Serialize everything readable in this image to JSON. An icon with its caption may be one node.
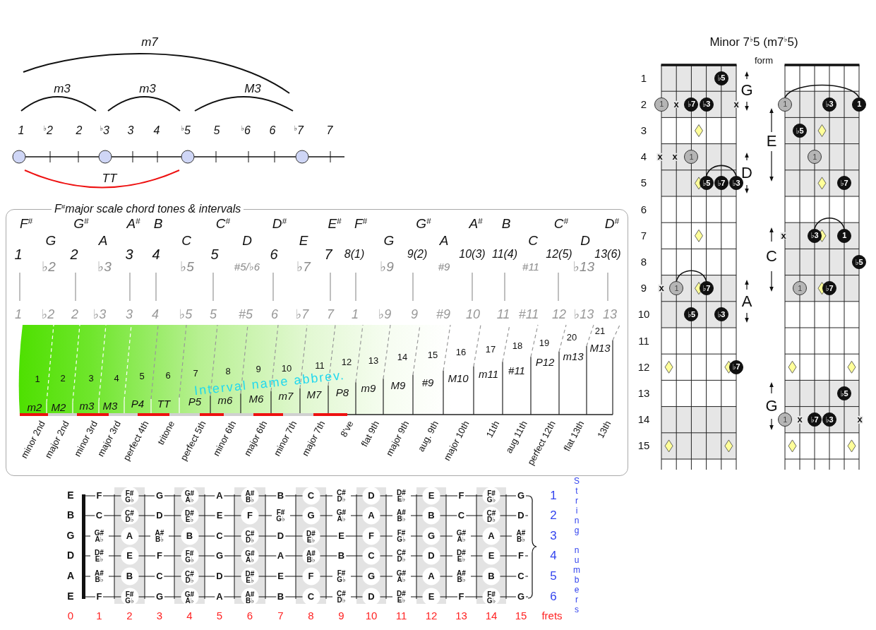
{
  "diagram": {
    "nodes": [
      {
        "text": [
          "F$^{#}$major scale chord tones & intervals"
        ]
      },
      {
        "text": [
          "♭5"
        ]
      },
      {
        "text": [
          "1"
        ]
      },
      {
        "text": [
          "♭7"
        ]
      },
      {
        "text": [
          "♭3"
        ]
      },
      {
        "text": [
          "1"
        ]
      },
      {
        "text": [
          "♭5"
        ]
      },
      {
        "text": [
          "♭7"
        ]
      },
      {
        "text": [
          "♭3"
        ]
      },
      {
        "text": [
          "1"
        ]
      },
      {
        "text": [
          "♭7"
        ]
      },
      {
        "text": [
          "♭5"
        ]
      },
      {
        "text": [
          "♭3"
        ]
      },
      {
        "text": [
          "♭7"
        ]
      },
      {
        "text": [
          "1"
        ]
      },
      {
        "text": [
          "♭3"
        ]
      },
      {
        "text": [
          "1"
        ]
      },
      {
        "text": [
          "♭5"
        ]
      },
      {
        "text": [
          "1"
        ]
      },
      {
        "text": [
          "♭7"
        ]
      },
      {
        "text": [
          "♭3"
        ]
      },
      {
        "text": [
          "1"
        ]
      },
      {
        "text": [
          "♭5"
        ]
      },
      {
        "text": [
          "1"
        ]
      },
      {
        "text": [
          "♭7"
        ]
      },
      {
        "text": [
          "♭5"
        ]
      },
      {
        "text": [
          "1"
        ]
      },
      {
        "text": [
          "♭7"
        ]
      },
      {
        "text": [
          "♭3"
        ]
      }
    ],
    "edges": [
      {
        "from": 6,
        "to": 8,
        "arrow": "none"
      },
      {
        "from": 9,
        "to": 10,
        "arrow": "none"
      },
      {
        "from": 14,
        "to": 16,
        "arrow": "none"
      },
      {
        "from": 20,
        "to": 21,
        "arrow": "none"
      }
    ],
    "labels": [
      "m7",
      "m3",
      "m3",
      "M3",
      "1",
      "$^{♭}$2",
      "2",
      "$^{♭}$3",
      "3",
      "4",
      "$^{♭}$5",
      "5",
      "$^{♭}$6",
      "6",
      "$^{♭}$7",
      "7",
      "TT",
      "F$^{#}$",
      "G",
      "G$^{#}$",
      "A",
      "A$^{#}$",
      "B",
      "C",
      "C$^{#}$",
      "D",
      "D$^{#}$",
      "E",
      "E$^{#}$",
      "F$^{#}$",
      "G",
      "G$^{#}$",
      "A",
      "A$^{#}$",
      "B",
      "C",
      "C$^{#}$",
      "D",
      "D$^{#}$",
      "1",
      "♭2",
      "2",
      "♭3",
      "3",
      "4",
      "♭5",
      "5",
      "#5/♭6",
      "6",
      "♭7",
      "7",
      "8(1)",
      "♭9",
      "9(2)",
      "#9",
      "10(3)",
      "11(4)",
      "#11",
      "12(5)",
      "♭13",
      "13(6)",
      "1",
      "♭2",
      "2",
      "♭3",
      "3",
      "4",
      "♭5",
      "5",
      "#5",
      "6",
      "♭7",
      "7",
      "1",
      "♭9",
      "9",
      "#9",
      "10",
      "11",
      "#11",
      "12",
      "♭13",
      "13",
      "1",
      "2",
      "3",
      "4",
      "5",
      "6",
      "7",
      "8",
      "9",
      "10",
      "11",
      "12",
      "13",
      "14",
      "15",
      "16",
      "17",
      "18",
      "19",
      "20",
      "21",
      "Interval name abbrev.",
      "m2",
      "M2",
      "m3",
      "M3",
      "P4",
      "TT",
      "P5",
      "m6",
      "M6",
      "m7",
      "M7",
      "P8",
      "m9",
      "M9",
      "#9",
      "M10",
      "m11",
      "#11",
      "P12",
      "m13",
      "M13",
      "minor 2nd",
      "major 2nd",
      "minor 3rd",
      "major 3rd",
      "perfect 4th",
      "tritone",
      "perfect 5th",
      "minor 6th",
      "major 6th",
      "minor 7th",
      "major 7th",
      "8've",
      "flat 9th",
      "major 9th",
      "aug. 9th",
      "major 10th",
      "11th",
      "aug 11th",
      "perfect 12th",
      "flat 13th",
      "13th",
      "Minor 7$^{♭}$5 (m7$^{♭}$5)",
      "form",
      "1",
      "2",
      "3",
      "4",
      "5",
      "6",
      "7",
      "8",
      "9",
      "10",
      "11",
      "12",
      "13",
      "14",
      "15",
      "G",
      "E",
      "D",
      "C",
      "A",
      "G",
      "x",
      "x",
      "x",
      "x",
      "x",
      "x",
      "x",
      "x",
      "E",
      "F",
      "F# G♭",
      "G",
      "G# A♭",
      "A",
      "A# B♭",
      "B",
      "C",
      "C# D♭",
      "D",
      "D# E♭",
      "E",
      "F",
      "F# G♭",
      "G",
      "1",
      "B",
      "C",
      "C# D♭",
      "D",
      "D# E♭",
      "E",
      "F",
      "F# G♭",
      "G",
      "G# A♭",
      "A",
      "A# B♭",
      "B",
      "C",
      "C# D♭",
      "D",
      "2",
      "G",
      "G# A♭",
      "A",
      "A# B♭",
      "B",
      "C",
      "C# D♭",
      "D",
      "D# E♭",
      "E",
      "F",
      "F# G♭",
      "G",
      "G# A♭",
      "A",
      "A# B♭",
      "3",
      "D",
      "D# E♭",
      "E",
      "F",
      "F# G♭",
      "G",
      "G# A♭",
      "A",
      "A# B♭",
      "B",
      "C",
      "C# D♭",
      "D",
      "D# E♭",
      "E",
      "F",
      "4",
      "A",
      "A# B♭",
      "B",
      "C",
      "C# D♭",
      "D",
      "D# E♭",
      "E",
      "F",
      "F# G♭",
      "G",
      "G# A♭",
      "A",
      "A# B♭",
      "B",
      "C",
      "5",
      "E",
      "F",
      "F# G♭",
      "G",
      "G# A♭",
      "A",
      "A# B♭",
      "B",
      "C",
      "C# D♭",
      "D",
      "D# E♭",
      "E",
      "F",
      "F# G♭",
      "G",
      "6",
      "String numbers",
      "0",
      "1",
      "2",
      "3",
      "4",
      "5",
      "6",
      "7",
      "8",
      "9",
      "10",
      "11",
      "12",
      "13",
      "14",
      "15",
      "frets"
    ]
  }
}
